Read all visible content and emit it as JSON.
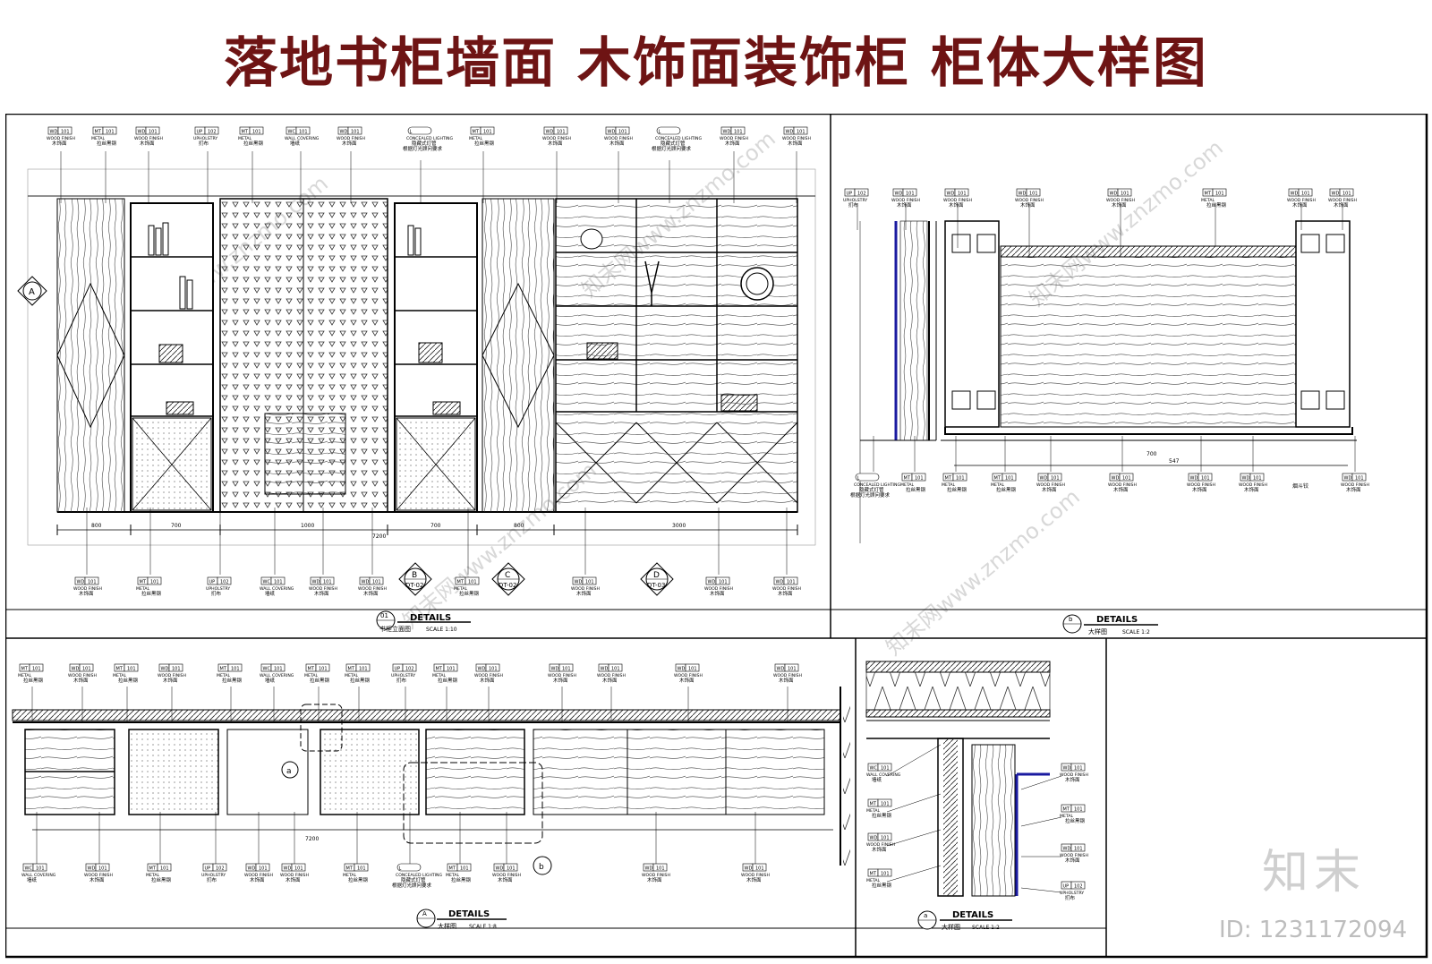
{
  "title": "落地书柜墙面  木饰面装饰柜  柜体大样图",
  "tags": {
    "wood": {
      "code": "WD",
      "num": "101",
      "en": "WOOD FINISH",
      "cn": "木饰面"
    },
    "metal": {
      "code": "MT",
      "num": "101",
      "en": "METAL",
      "cn": "拉丝黑钢"
    },
    "uph": {
      "code": "UP",
      "num": "102",
      "en": "UPHOLSTRY",
      "cn": "扪布"
    },
    "wall": {
      "code": "WC",
      "num": "101",
      "en": "WALL COVERING",
      "cn": "墙纸"
    },
    "light": {
      "code": "L",
      "num": "",
      "en": "CONCEALED LIGHTING",
      "cn": "隐藏式灯管",
      "cn2": "根据灯光顾问要求"
    }
  },
  "panels": {
    "p1": {
      "no": "01",
      "label": "DETAILS",
      "sub": "书柜立面图",
      "scale": "SCALE 1:10"
    },
    "p2": {
      "no": "b",
      "label": "DETAILS",
      "sub": "大样图",
      "scale": "SCALE 1:2"
    },
    "p3": {
      "no": "A",
      "label": "DETAILS",
      "sub": "大样图",
      "scale": "SCALE 1:8"
    },
    "p4": {
      "no": "a",
      "label": "DETAILS",
      "sub": "大样图",
      "scale": "SCALE 1:2"
    }
  },
  "callouts": {
    "a_left": "A",
    "b": {
      "letter": "B",
      "sheet": "DT-02"
    },
    "c": {
      "letter": "C",
      "sheet": "DT-02"
    },
    "d": {
      "letter": "D",
      "sheet": "DT-03"
    },
    "small_a": "a",
    "small_b": "b",
    "hinge": "烟斗铰"
  },
  "dims": {
    "p1_total": "7200",
    "p1_segs": [
      "800",
      "700",
      "1000",
      "700",
      "800",
      "3000"
    ],
    "p2_total": "700",
    "p2_inner": "547",
    "p3_total": "7200"
  },
  "watermark": "知末网www.znzmo.com",
  "logo": "知末",
  "docid": "ID: 1231172094",
  "colors": {
    "title": "#6e1414",
    "accent_blue": "#1a1aa0"
  }
}
